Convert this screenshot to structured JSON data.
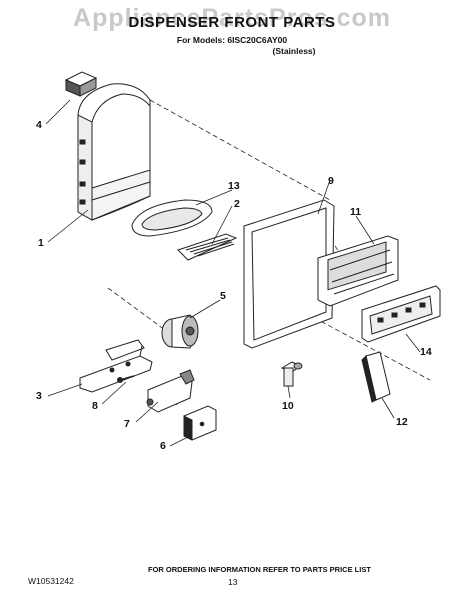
{
  "header": {
    "watermark": "AppliancePartsPros.com",
    "title": "DISPENSER FRONT PARTS",
    "models_line": "For Models: 6ISC20C6AY00",
    "variant": "(Stainless)"
  },
  "callouts": [
    {
      "id": "1",
      "label": "1"
    },
    {
      "id": "2",
      "label": "2"
    },
    {
      "id": "3",
      "label": "3"
    },
    {
      "id": "4",
      "label": "4"
    },
    {
      "id": "5",
      "label": "5"
    },
    {
      "id": "6",
      "label": "6"
    },
    {
      "id": "7",
      "label": "7"
    },
    {
      "id": "8",
      "label": "8"
    },
    {
      "id": "9",
      "label": "9"
    },
    {
      "id": "10",
      "label": "10"
    },
    {
      "id": "11",
      "label": "11"
    },
    {
      "id": "12",
      "label": "12"
    },
    {
      "id": "13",
      "label": "13"
    },
    {
      "id": "14",
      "label": "14"
    }
  ],
  "footer": {
    "doc_number": "W10531242",
    "notice": "FOR ORDERING INFORMATION REFER TO PARTS PRICE LIST",
    "page_number": "13"
  },
  "colors": {
    "line": "#222222",
    "watermark": "#c9c9c9"
  }
}
